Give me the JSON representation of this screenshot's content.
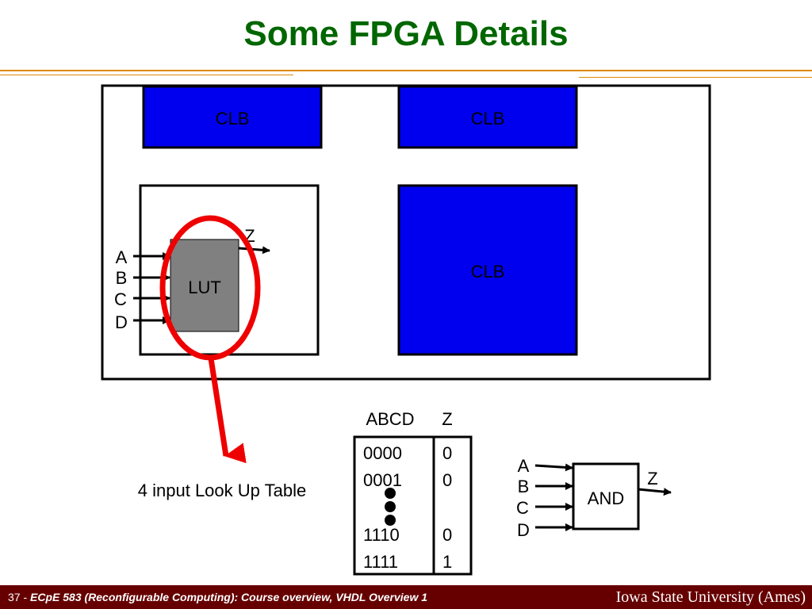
{
  "slide": {
    "title": "Some FPGA Details"
  },
  "diagram": {
    "clb_top_left": "CLB",
    "clb_top_right": "CLB",
    "clb_bottom_right": "CLB",
    "lut_label": "LUT",
    "lut_inputs": [
      "A",
      "B",
      "C",
      "D"
    ],
    "lut_output": "Z",
    "caption": "4 input Look Up Table",
    "colors": {
      "clb_fill": "#0000ee",
      "lut_fill": "#808080",
      "highlight": "#ee0000",
      "title": "#006600"
    }
  },
  "truth_table": {
    "header_inputs": "ABCD",
    "header_output": "Z",
    "rows": [
      {
        "inputs": "0000",
        "output": "0"
      },
      {
        "inputs": "0001",
        "output": "0"
      },
      {
        "inputs": "1110",
        "output": "0"
      },
      {
        "inputs": "1111",
        "output": "1"
      }
    ]
  },
  "and_gate": {
    "label": "AND",
    "inputs": [
      "A",
      "B",
      "C",
      "D"
    ],
    "output": "Z"
  },
  "footer": {
    "page_number": "37 -",
    "course": "ECpE 583 (Reconfigurable Computing): Course overview, VHDL Overview 1",
    "institution": "Iowa State University (Ames)"
  }
}
